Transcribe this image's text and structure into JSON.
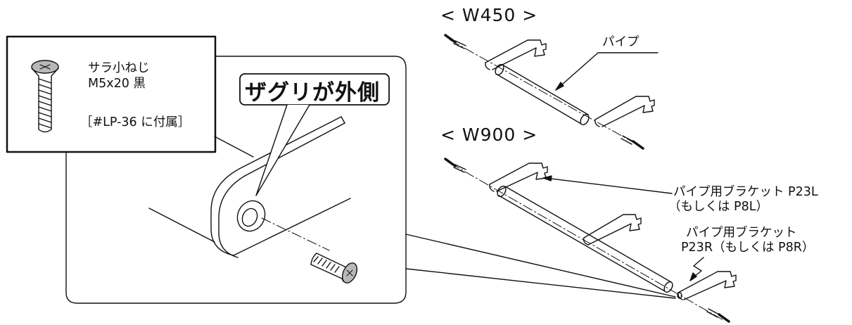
{
  "screw_box": {
    "name_line1": "サラ小ねじ",
    "name_line2": "M5x20 黒",
    "note": "［#LP-36 に付属］"
  },
  "callout": {
    "text": "ザグリが外側"
  },
  "w450": {
    "title": "< W450 >",
    "pipe_label": "パイプ"
  },
  "w900": {
    "title": "< W900 >",
    "left_bracket_line1": "パイプ用ブラケット P23L",
    "left_bracket_line2": "（もしくは P8L）",
    "right_bracket_line1": "パイプ用ブラケット",
    "right_bracket_line2": "P23R（もしくは P8R）"
  },
  "colors": {
    "line": "#111111",
    "screw_head_fill": "#b8b8b8",
    "background": "#ffffff"
  }
}
